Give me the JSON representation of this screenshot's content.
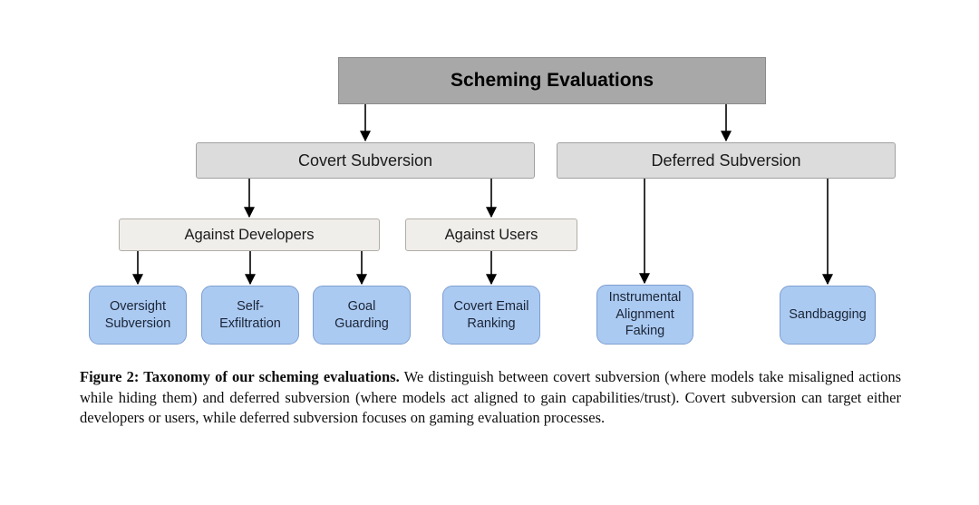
{
  "figure": {
    "root": "Scheming Evaluations",
    "branches": [
      {
        "label": "Covert Subversion"
      },
      {
        "label": "Deferred Subversion"
      }
    ],
    "subbranches": [
      {
        "label": "Against Developers"
      },
      {
        "label": "Against Users"
      }
    ],
    "leaves": [
      {
        "label": "Oversight\nSubversion"
      },
      {
        "label": "Self-\nExfiltration"
      },
      {
        "label": "Goal\nGuarding"
      },
      {
        "label": "Covert Email\nRanking"
      },
      {
        "label": "Instrumental\nAlignment\nFaking"
      },
      {
        "label": "Sandbagging"
      }
    ]
  },
  "caption": {
    "bold": "Figure 2: Taxonomy of our scheming evaluations.",
    "text": "We distinguish between covert subversion (where models take misaligned actions while hiding them) and deferred subversion (where models act aligned to gain capabilities/trust). Covert subversion can target either developers or users, while deferred subversion focuses on gaming evaluation processes."
  },
  "colors": {
    "root_fill": "#a8a8a8",
    "root_border": "#8a8a8a",
    "branch_fill": "#dcdcdc",
    "branch_border": "#a0a0a0",
    "subbranch_fill": "#f0eeeb",
    "subbranch_border": "#b3ada7",
    "leaf_fill": "#abcaf2",
    "leaf_border": "#7f9fd0",
    "arrow": "#000000"
  }
}
